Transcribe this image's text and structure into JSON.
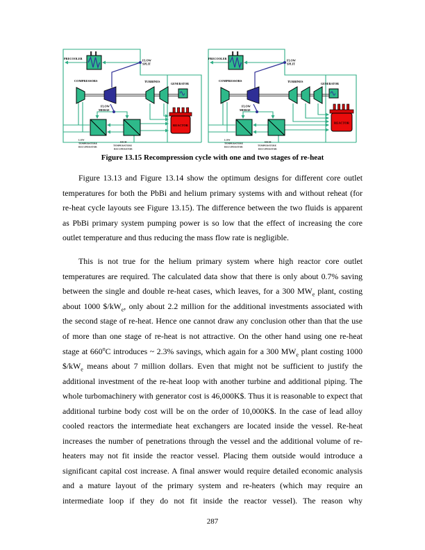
{
  "figure": {
    "caption": "Figure 13.15 Recompression cycle with one and two stages of re-heat",
    "labels": {
      "precooler": "PRECOOLER",
      "flow_split": [
        "FLOW",
        "SPLIT"
      ],
      "compressors": "COMPRESSORS",
      "turbines": "TURBINES",
      "generator": "GENERATOR",
      "flow_merge": [
        "FLOW",
        "MERGE"
      ],
      "ltr": [
        "LOW",
        "TEMPERATURE",
        "RECUPERATOR"
      ],
      "htr": [
        "HIGH",
        "TEMPERATURE",
        "RECUPERATOR"
      ],
      "reactor": "REACTOR"
    },
    "colors": {
      "component_green": "#2eb98a",
      "pipe_green": "#2fae86",
      "navy": "#2f2f96",
      "reactor_red": "#ea0c0c",
      "reactor_dark_red": "#d40909"
    }
  },
  "body": {
    "paragraph1": "Figure 13.13 and Figure 13.14 show the optimum designs for different core outlet temperatures for both the PbBi and helium primary systems with and without reheat (for re-heat cycle layouts see Figure 13.15).  The difference between the two fluids is apparent as PbBi primary system pumping power is so low that the effect of increasing the core outlet temperature and thus reducing the mass flow rate is negligible.",
    "paragraph2": "This is not true for the helium primary system where high reactor core outlet temperatures are required.  The calculated data show that there is only about 0.7% saving between the single and double re-heat cases, which leaves, for a 300 MW_{e} plant, costing about 1000 $/kW_{e}, only about 2.2 million for the additional investments associated with the second stage of re-heat.  Hence one cannot draw any conclusion other than that the use of more than one stage of re-heat is not attractive.  On the other hand using one re-heat stage at 660^{o}C introduces ~ 2.3% savings, which again for a 300 MW_{e} plant costing 1000 $/kW_{e} means about 7 million dollars.  Even that might not be sufficient to justify the additional investment of the re-heat loop with another turbine and additional piping.  The whole turbomachinery with generator cost is 46,000K$.  Thus it is reasonable to expect that additional turbine body cost will be on the order of 10,000K$. In the case of lead alloy cooled reactors the intermediate heat exchangers are located inside the vessel.  Re-heat increases the number of penetrations through the vessel and the additional volume of re-heaters may not fit inside the reactor vessel.  Placing them outside would introduce a significant capital cost increase.  A final answer would require detailed economic analysis and a mature layout of the primary system and re-heaters (which may require an intermediate loop if they do not fit inside the reactor vessel).  The reason why"
  },
  "page_number": "287"
}
